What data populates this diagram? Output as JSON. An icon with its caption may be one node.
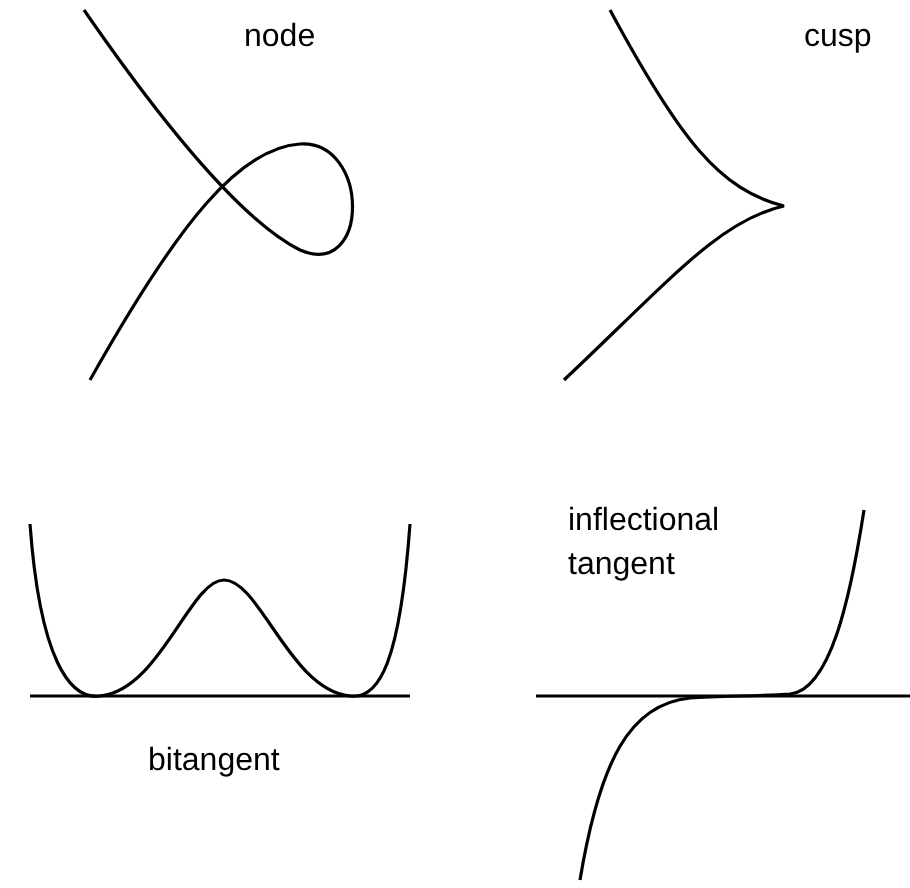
{
  "diagram": {
    "labels": [
      "node",
      "cusp",
      "inflectional tangent",
      "bitangent"
    ]
  }
}
